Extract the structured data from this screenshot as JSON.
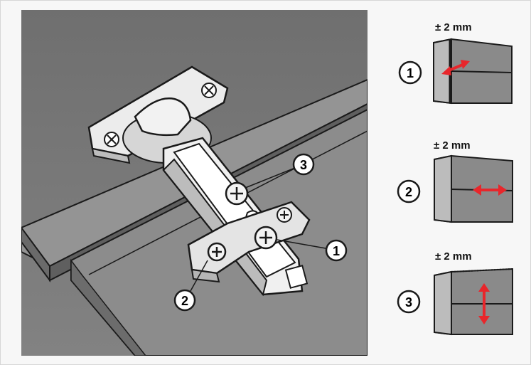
{
  "callouts": {
    "main": [
      "1",
      "2",
      "3"
    ]
  },
  "panels": [
    {
      "number": "1",
      "tolerance": "± 2 mm",
      "direction": "horizontal-depth"
    },
    {
      "number": "2",
      "tolerance": "± 2 mm",
      "direction": "horizontal"
    },
    {
      "number": "3",
      "tolerance": "± 2 mm",
      "direction": "vertical"
    }
  ],
  "colors": {
    "background": "#7a7a7a",
    "arrow": "#e8262b",
    "panel_face": "#8a8a8a"
  }
}
